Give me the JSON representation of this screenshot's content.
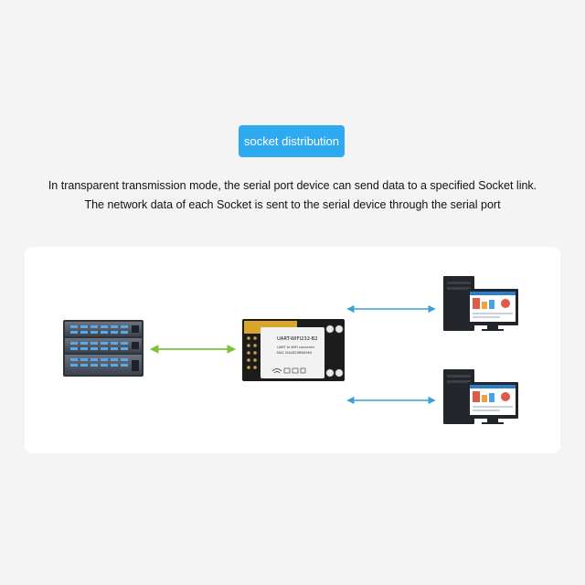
{
  "badge": {
    "label": "socket distribution",
    "color": "#2faaf0"
  },
  "description": {
    "line1": "In transparent transmission mode, the serial port device can send data to a specified Socket link.",
    "line2": "The network data of each Socket is sent to the serial device through the serial port"
  },
  "diagram": {
    "module": {
      "model": "UART-WIFI232-B2",
      "subtitle": "UART to WiFi converter",
      "mac": "MAC D4AD20B6A964"
    },
    "arrow_colors": {
      "serial": "#7cc23a",
      "network": "#3aa0d8"
    }
  }
}
